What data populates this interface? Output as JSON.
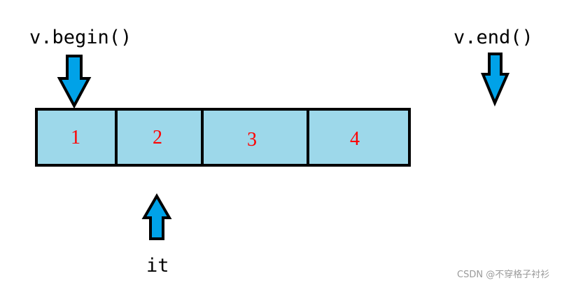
{
  "labels": {
    "begin": "v.begin()",
    "end": "v.end()",
    "iterator": "it"
  },
  "cells": [
    "1",
    "2",
    "3",
    "4"
  ],
  "watermark": "CSDN @不穿格子衬衫",
  "colors": {
    "cell_fill": "#9dd8ea",
    "cell_border": "#000000",
    "cell_text": "#ff0000",
    "arrow_fill": "#00a2e8",
    "arrow_stroke": "#000000",
    "label_text": "#000000"
  },
  "icons": {
    "begin_arrow": "arrow-down-icon",
    "end_arrow": "arrow-down-icon",
    "iterator_arrow": "arrow-up-icon"
  }
}
